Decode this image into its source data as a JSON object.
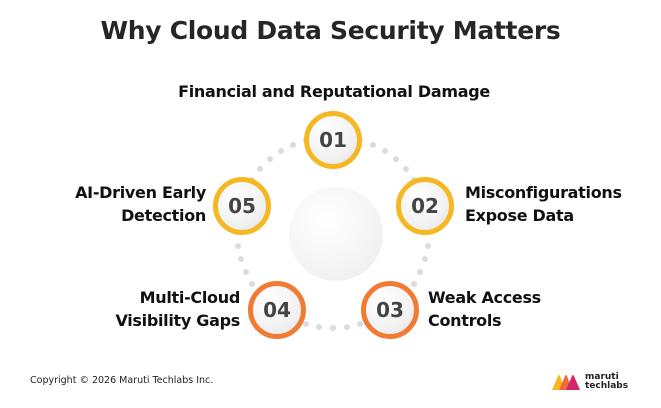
{
  "title": "Why Cloud Data Security Matters",
  "items": [
    {
      "number": "01",
      "label_line1": "Financial and Reputational Damage",
      "label_line2": "",
      "ring_color": "#f5b822"
    },
    {
      "number": "02",
      "label_line1": "Misconfigurations",
      "label_line2": "Expose Data",
      "ring_color": "#f5b822"
    },
    {
      "number": "03",
      "label_line1": "Weak Access",
      "label_line2": "Controls",
      "ring_color": "#ef7b35"
    },
    {
      "number": "04",
      "label_line1": "Multi-Cloud",
      "label_line2": "Visibility Gaps",
      "ring_color": "#ef7b35"
    },
    {
      "number": "05",
      "label_line1": "AI-Driven Early",
      "label_line2": "Detection",
      "ring_color": "#f5b822"
    }
  ],
  "footer": {
    "copyright": "Copyright © 2026 Maruti Techlabs Inc."
  },
  "logo": {
    "line1": "maruti",
    "line2": "techlabs",
    "colors": [
      "#f5b822",
      "#ef6a3a",
      "#d4246a"
    ]
  }
}
